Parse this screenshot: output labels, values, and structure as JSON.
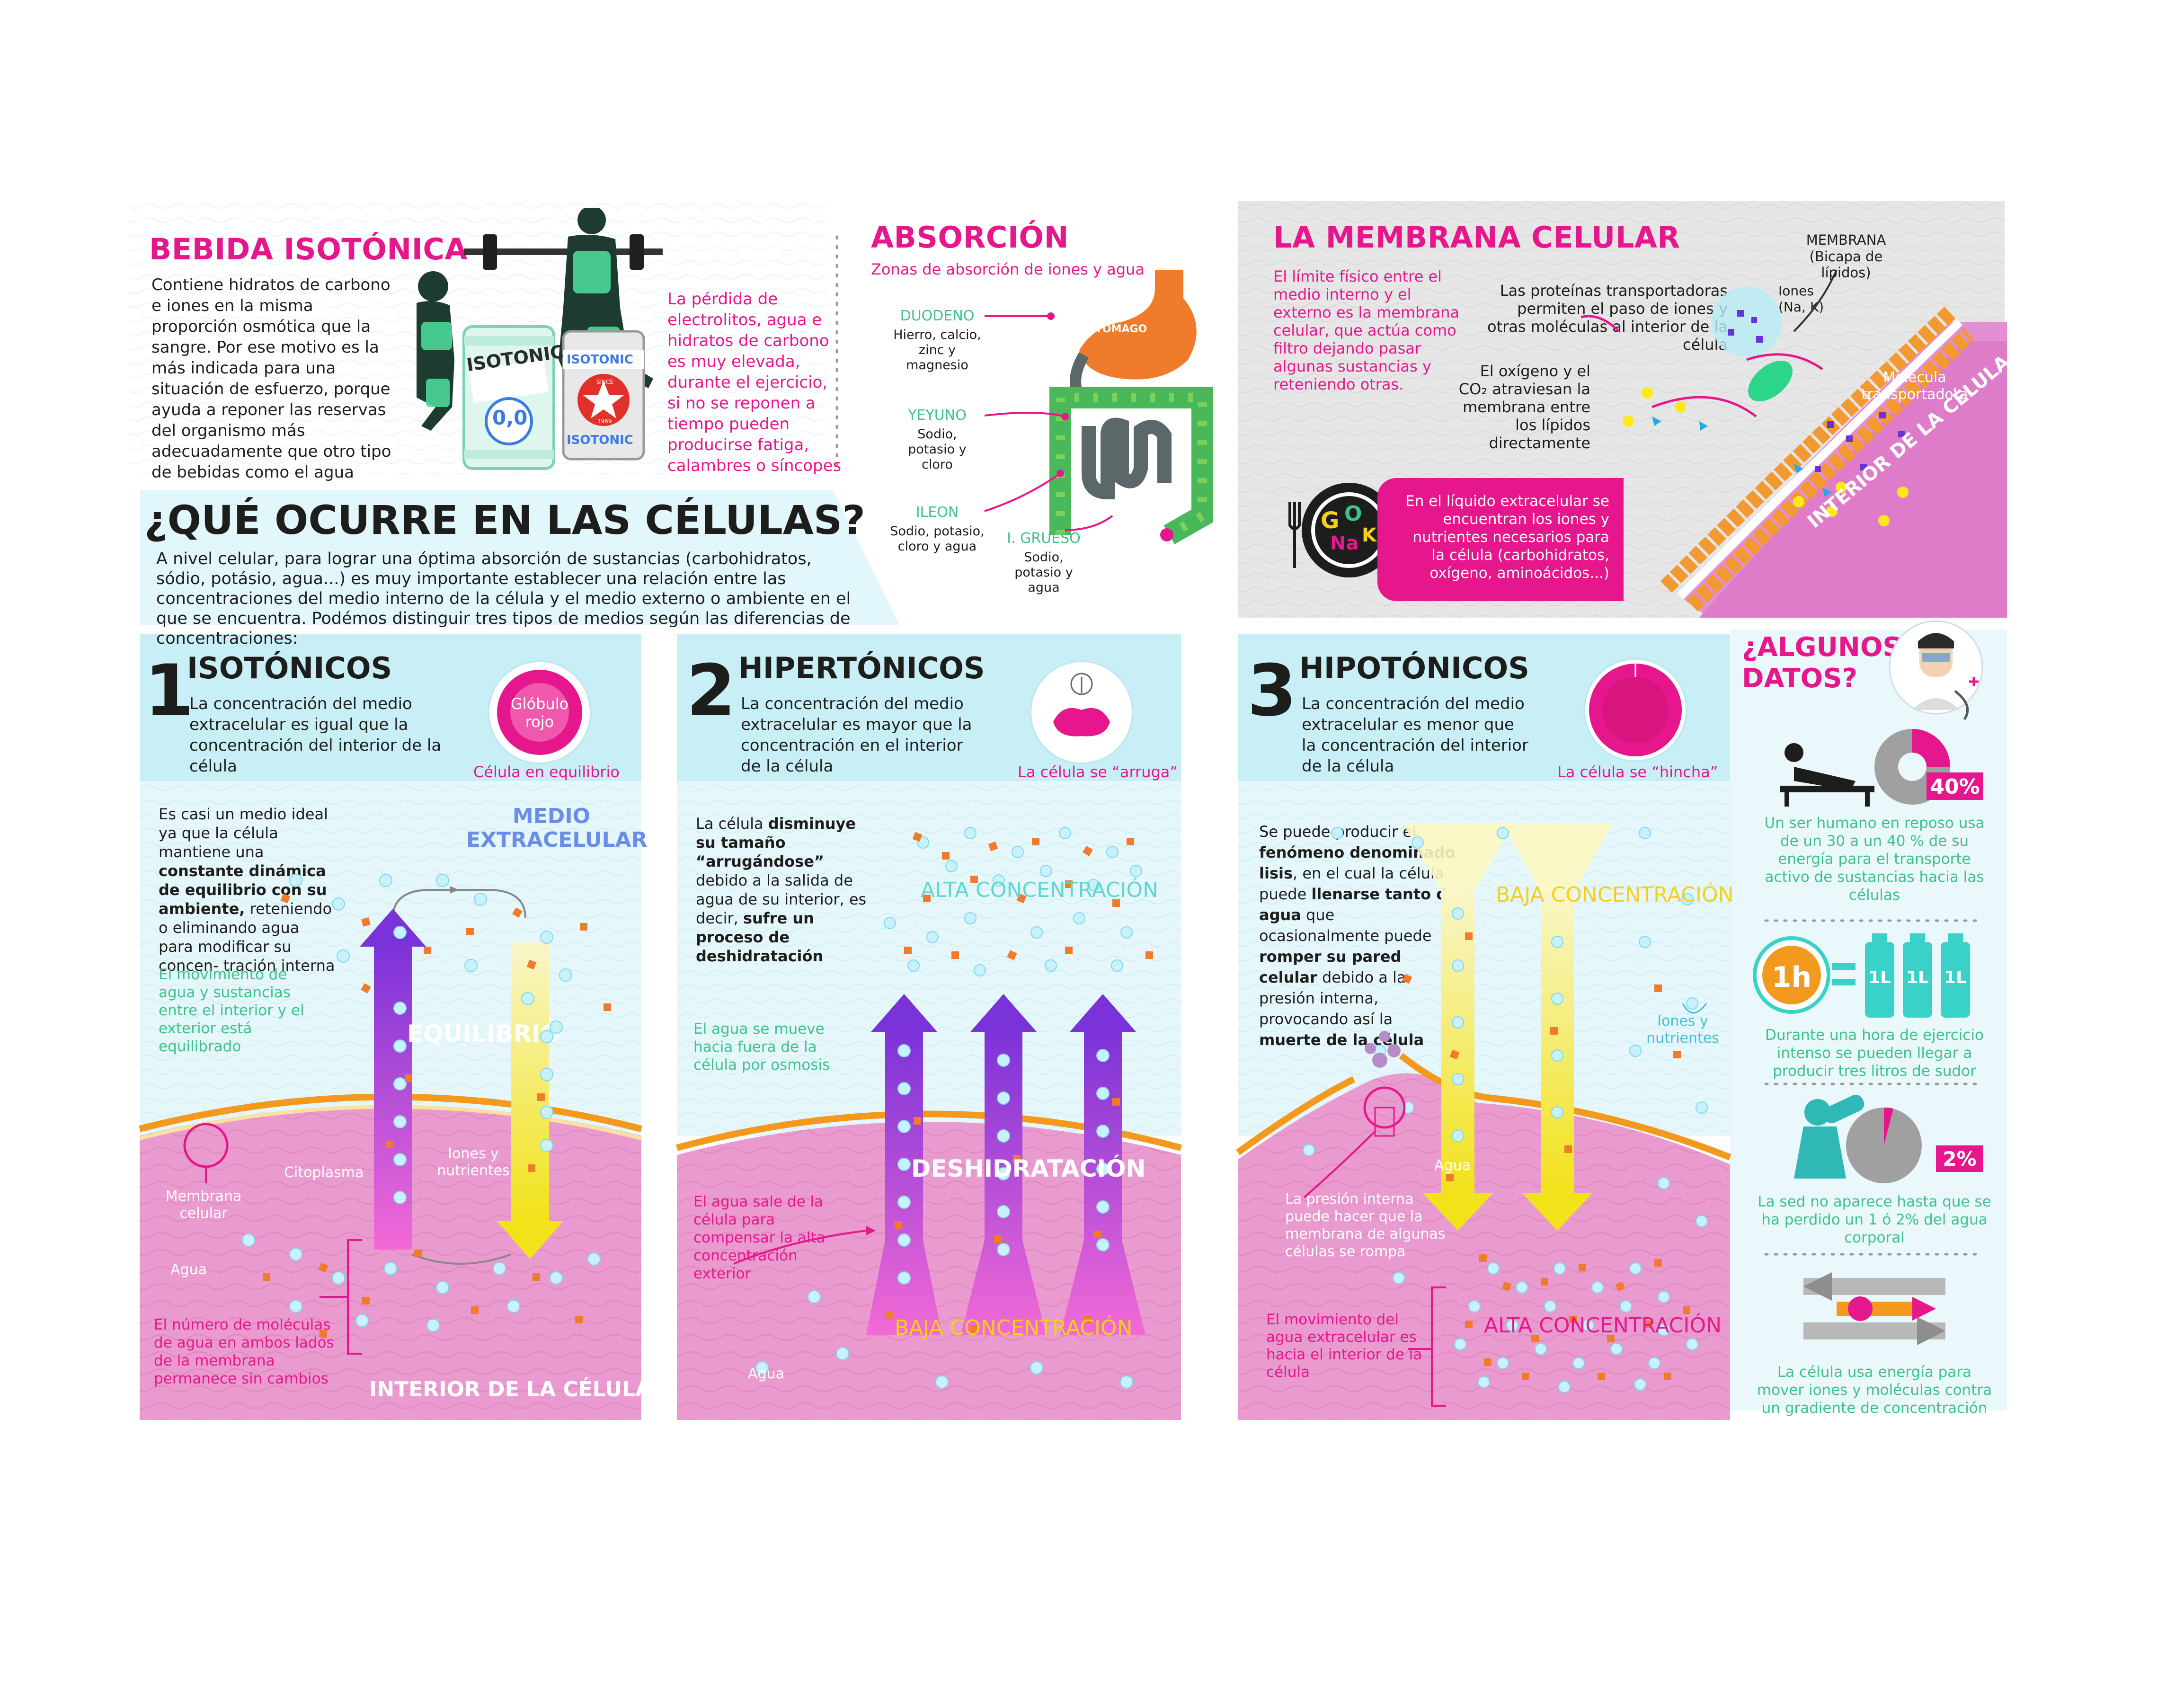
{
  "colors": {
    "magenta": "#e6178c",
    "green": "#3cc28a",
    "cyan_bg": "#dff6fa",
    "pink_cell": "#e695c8",
    "yellow": "#f4e43a",
    "purple": "#b43cd8",
    "gray_bg": "#e4e4e4"
  },
  "isotonic": {
    "title": "BEBIDA ISOTÓNICA",
    "body": "Contiene hidratos de carbono e iones en la misma proporción osmótica que la sangre. Por ese motivo es la más indicada para una situación de esfuerzo, porque ayuda a reponer las reservas del organismo más adecuadamente que otro tipo de bebidas como el agua",
    "side": "La pérdida de electrolitos, agua e hidratos de carbono es muy elevada, durante el ejercicio, si no se reponen a tiempo pueden producirse fatiga, calambres o síncopes",
    "can1_label": "ISOTONIC",
    "can1_value": "0,0",
    "can2_label": "ISOTONIC",
    "can2_label2": "ISOTONIC",
    "can2_since": "SINCE",
    "can2_year": "1969"
  },
  "absorption": {
    "title": "ABSORCIÓN",
    "subtitle": "Zonas de absorción de iones y agua",
    "stomach": "ESTÓMAGO",
    "zones": [
      {
        "name": "DUODENO",
        "desc": "Hierro, calcio, zinc y magnesio"
      },
      {
        "name": "YEYUNO",
        "desc": "Sodio, potasio y cloro"
      },
      {
        "name": "ILEON",
        "desc": "Sodio, potasio, cloro y agua"
      },
      {
        "name": "I. GRUESO",
        "desc": "Sodio, potasio y agua"
      }
    ]
  },
  "membrane": {
    "title": "LA MEMBRANA CELULAR",
    "intro": "El límite físico entre el medio interno y el externo es la membrana celular, que actúa como filtro dejando pasar algunas sustancias y reteniendo otras.",
    "proteins": "Las proteínas transportadoras permiten el paso de iones y otras moléculas al interior de la célula",
    "oxygen": "El oxígeno y el CO₂ atraviesan la membrana entre los lípidos directamente",
    "membrane_label": "MEMBRANA",
    "membrane_sub": "(Bicapa de lípidos)",
    "ions": "Iones (Na, K)",
    "transporter": "Molécula transportadora",
    "cell_interior": "INTERIOR DE LA CÉLULA",
    "liquid": "En el líquido extracelular se encuentran los iones y nutrientes necesarios para la célula (carbohidratos, oxígeno, aminoácidos...)",
    "plate_letters": [
      "G",
      "O",
      "Na",
      "K"
    ]
  },
  "cells": {
    "title": "¿QUÉ OCURRE EN LAS CÉLULAS?",
    "intro": "A nivel celular, para lograr una óptima absorción de sustancias (carbohidratos, sódio, potásio, agua...) es muy importante establecer una relación entre las concentraciones del medio interno de la célula y el medio externo o ambiente en el que se encuentra. Podémos distinguir tres tipos de medios según las diferencias de concentraciones:"
  },
  "panels": [
    {
      "num": "1",
      "title": "ISOTÓNICOS",
      "desc": "La concentración del medio extracelular es igual que la concentración del interior de la célula",
      "badge": "Glóbulo rojo",
      "badge_caption": "Célula en equilibrio",
      "body_pre": "Es casi un medio ideal ya que la célula mantiene una ",
      "body_b1": "constante dinámica de equilibrio con su ambiente,",
      "body_post": " reteniendo o eliminando agua para modificar su concen- tración interna",
      "medio": "MEDIO EXTRACELULAR",
      "green_note": "El movimiento de agua y sustancias entre el interior y el exterior está equilibrado",
      "arrow_label": "EQUILIBRIO",
      "citoplasma": "Citoplasma",
      "iones": "Iones y nutrientes",
      "membrana": "Membrana celular",
      "agua": "Agua",
      "mag_note": "El número de moléculas de agua en ambos lados de la membrana permanece sin cambios",
      "interior": "INTERIOR DE LA CÉLULA"
    },
    {
      "num": "2",
      "title": "HIPERTÓNICOS",
      "desc": "La concentración del medio extracelular es mayor que la concentración en el interior de la célula",
      "badge_caption": "La célula se “arruga”",
      "body_pre": "La célula ",
      "body_b1": "disminuye su tamaño “arrugándose”",
      "body_mid": " debido a la salida de agua de su interior, es decir, ",
      "body_b2": "sufre un proceso de deshidratación",
      "alta": "ALTA CONCENTRACIÓN",
      "green_note": "El agua se mueve hacia fuera de la célula por osmosis",
      "arrow_label": "DESHIDRATACIÓN",
      "mag_note": "El agua sale de la célula para compensar la alta concentración exterior",
      "baja": "BAJA CONCENTRACIÓN",
      "agua": "Agua"
    },
    {
      "num": "3",
      "title": "HIPOTÓNICOS",
      "desc": "La concentración del medio extracelular es menor que la concentración del interior de la célula",
      "badge_caption": "La célula  se “hincha”",
      "body_pre": "Se puede producir el ",
      "body_b1": "fenómeno denominado lisis",
      "body_mid": ", en el cual la célula puede ",
      "body_b2": "llenarse tanto de agua",
      "body_mid2": " que ocasionalmente puede ",
      "body_b3": "romper su pared celular",
      "body_mid3": " debido a la presión interna, provocando así la ",
      "body_b4": "muerte de la célula",
      "baja": "BAJA CONCENTRACIÓN",
      "iones": "Iones y nutrientes",
      "agua": "Agua",
      "pressure_note": "La presión interna puede hacer que la membrana de algunas células se rompa",
      "mag_note": "El movimiento del agua extracelular es hacia el interior de la célula",
      "alta": "ALTA CONCENTRACIÓN"
    }
  ],
  "data_facts": {
    "title": "¿ALGUNOS DATOS?",
    "facts": [
      {
        "value": "40%",
        "text": "Un ser humano en reposo usa de un 30 a un 40 % de su energía para el transporte activo de sustancias hacia las células"
      },
      {
        "value": "1h",
        "bottles": [
          "1L",
          "1L",
          "1L"
        ],
        "text": "Durante una hora de ejercicio intenso se pueden llegar a producir tres litros de sudor"
      },
      {
        "value": "2%",
        "text": "La sed no aparece hasta que se ha perdido un 1 ó 2% del agua corporal"
      },
      {
        "text": "La célula usa energía para mover iones y moléculas contra un gradiente de concentración"
      }
    ]
  }
}
